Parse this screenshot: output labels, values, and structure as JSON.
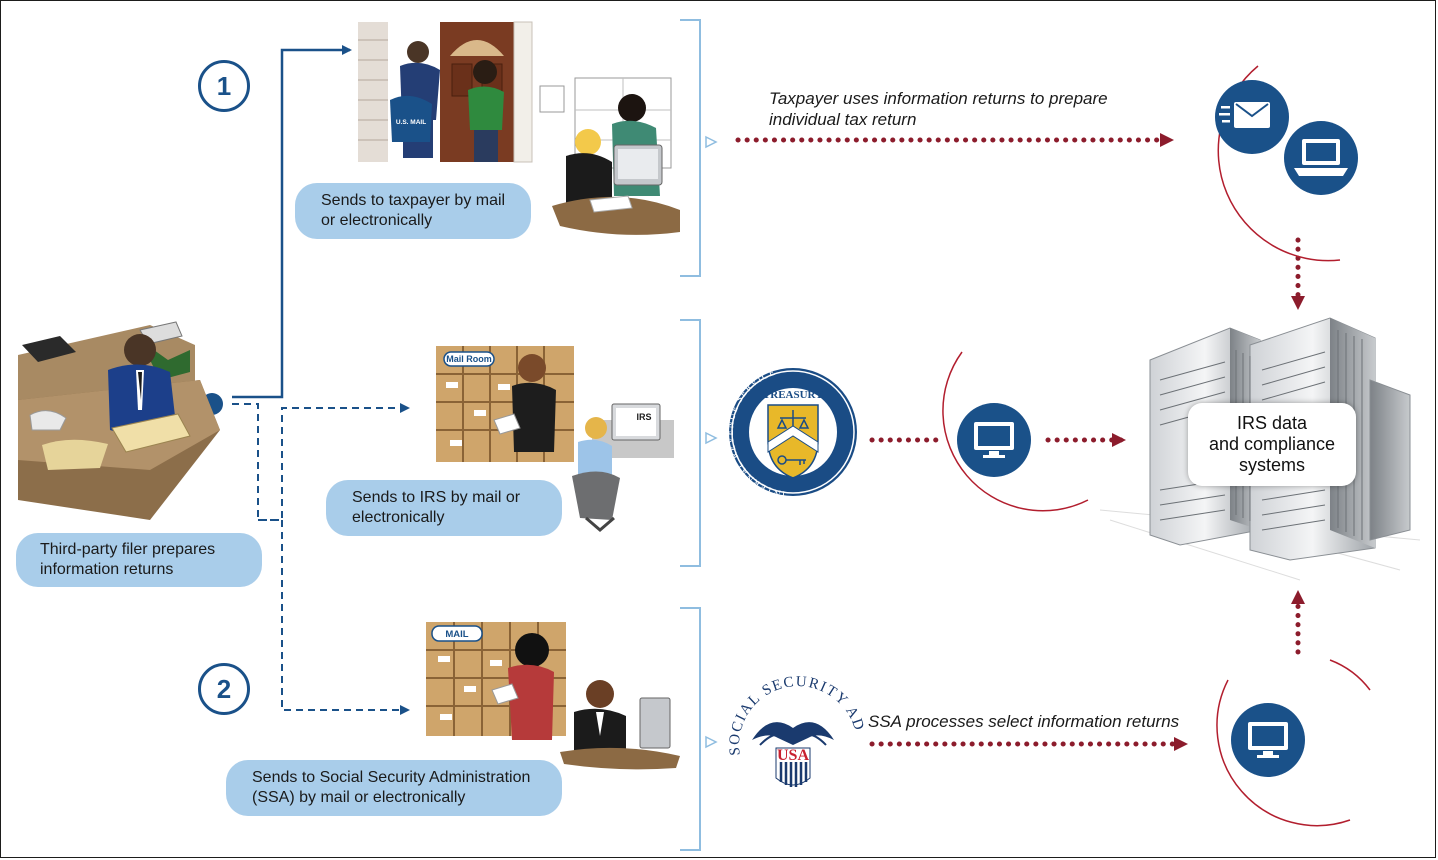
{
  "steps": {
    "step1": "1",
    "step2": "2"
  },
  "labels": {
    "filer": [
      "Third-party filer prepares",
      "information returns"
    ],
    "taxpayer": [
      "Sends to taxpayer by mail",
      "or electronically"
    ],
    "irs": [
      "Sends to IRS by mail or",
      "electronically"
    ],
    "ssa": [
      "Sends to  Social Security Administration",
      "(SSA) by mail or electronically"
    ]
  },
  "notes": {
    "taxpayer_note": [
      "Taxpayer uses information returns to prepare",
      "individual tax return"
    ],
    "ssa_note": "SSA processes select information returns"
  },
  "irs_systems": [
    "IRS data",
    "and compliance",
    "systems"
  ],
  "signage": {
    "mail_room": "Mail Room",
    "irs_monitor": "IRS",
    "mail": "MAIL",
    "mailbag": "U.S. MAIL"
  },
  "seals": {
    "treasury_top": "TREASURY",
    "treasury_ring": "INTERNAL REVENUE SERVICE",
    "ssa_ring": "SOCIAL SECURITY ADMINISTRATION",
    "ssa_center": "USA"
  },
  "colors": {
    "navy": "#1a5189",
    "pill_blue": "#a9cdea",
    "bracket_blue": "#8fbde0",
    "dot_red": "#8c1c2c"
  },
  "icons": [
    "envelope-icon",
    "laptop-icon",
    "monitor-icon",
    "server-icon"
  ]
}
